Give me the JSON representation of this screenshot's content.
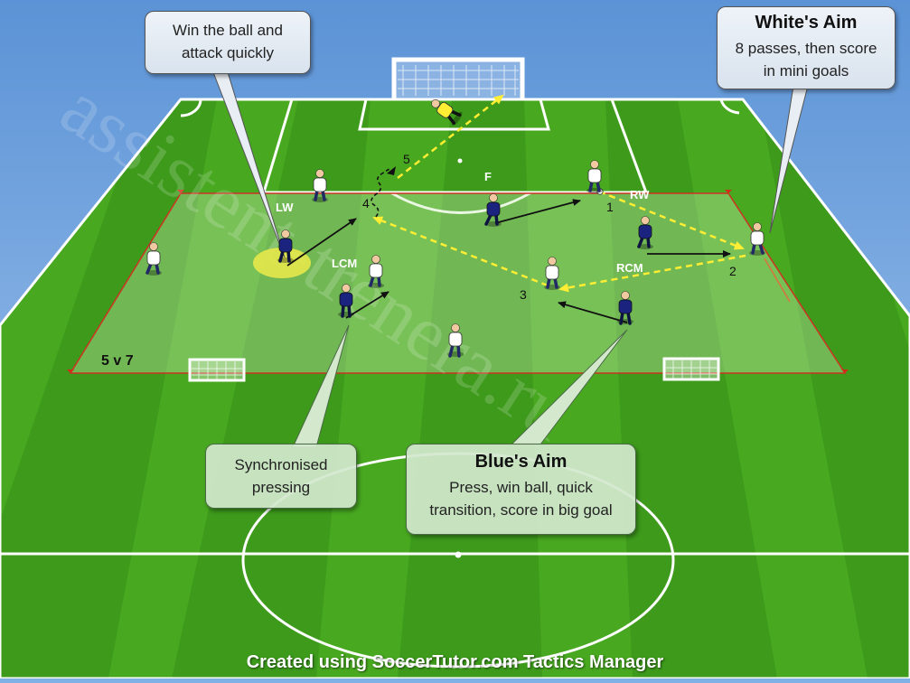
{
  "callouts": {
    "win_ball": "Win the ball and\nattack quickly",
    "whites_aim_title": "White's Aim",
    "whites_aim_body": "8 passes, then score\nin mini goals",
    "sync_pressing": "Synchronised\npressing",
    "blues_aim_title": "Blue's Aim",
    "blues_aim_body": "Press, win ball, quick\ntransition, score in big goal"
  },
  "positions": {
    "lw": "LW",
    "lcm": "LCM",
    "rw": "RW",
    "rcm": "RCM",
    "f": "F"
  },
  "pass_numbers": [
    "1",
    "2",
    "3",
    "4",
    "5"
  ],
  "area_label": "5 v 7",
  "footer": "Created using SoccerTutor.com Tactics Manager",
  "watermark": "assistent-trenera.ru",
  "colors": {
    "blue_team": "#1a237e",
    "white_team": "#ffffff",
    "goalkeeper": "#ffee33",
    "pass_arrow": "#ffee33",
    "move_arrow": "#111111",
    "grass_dark": "#3f9a1c",
    "grass_light": "#55b626"
  }
}
